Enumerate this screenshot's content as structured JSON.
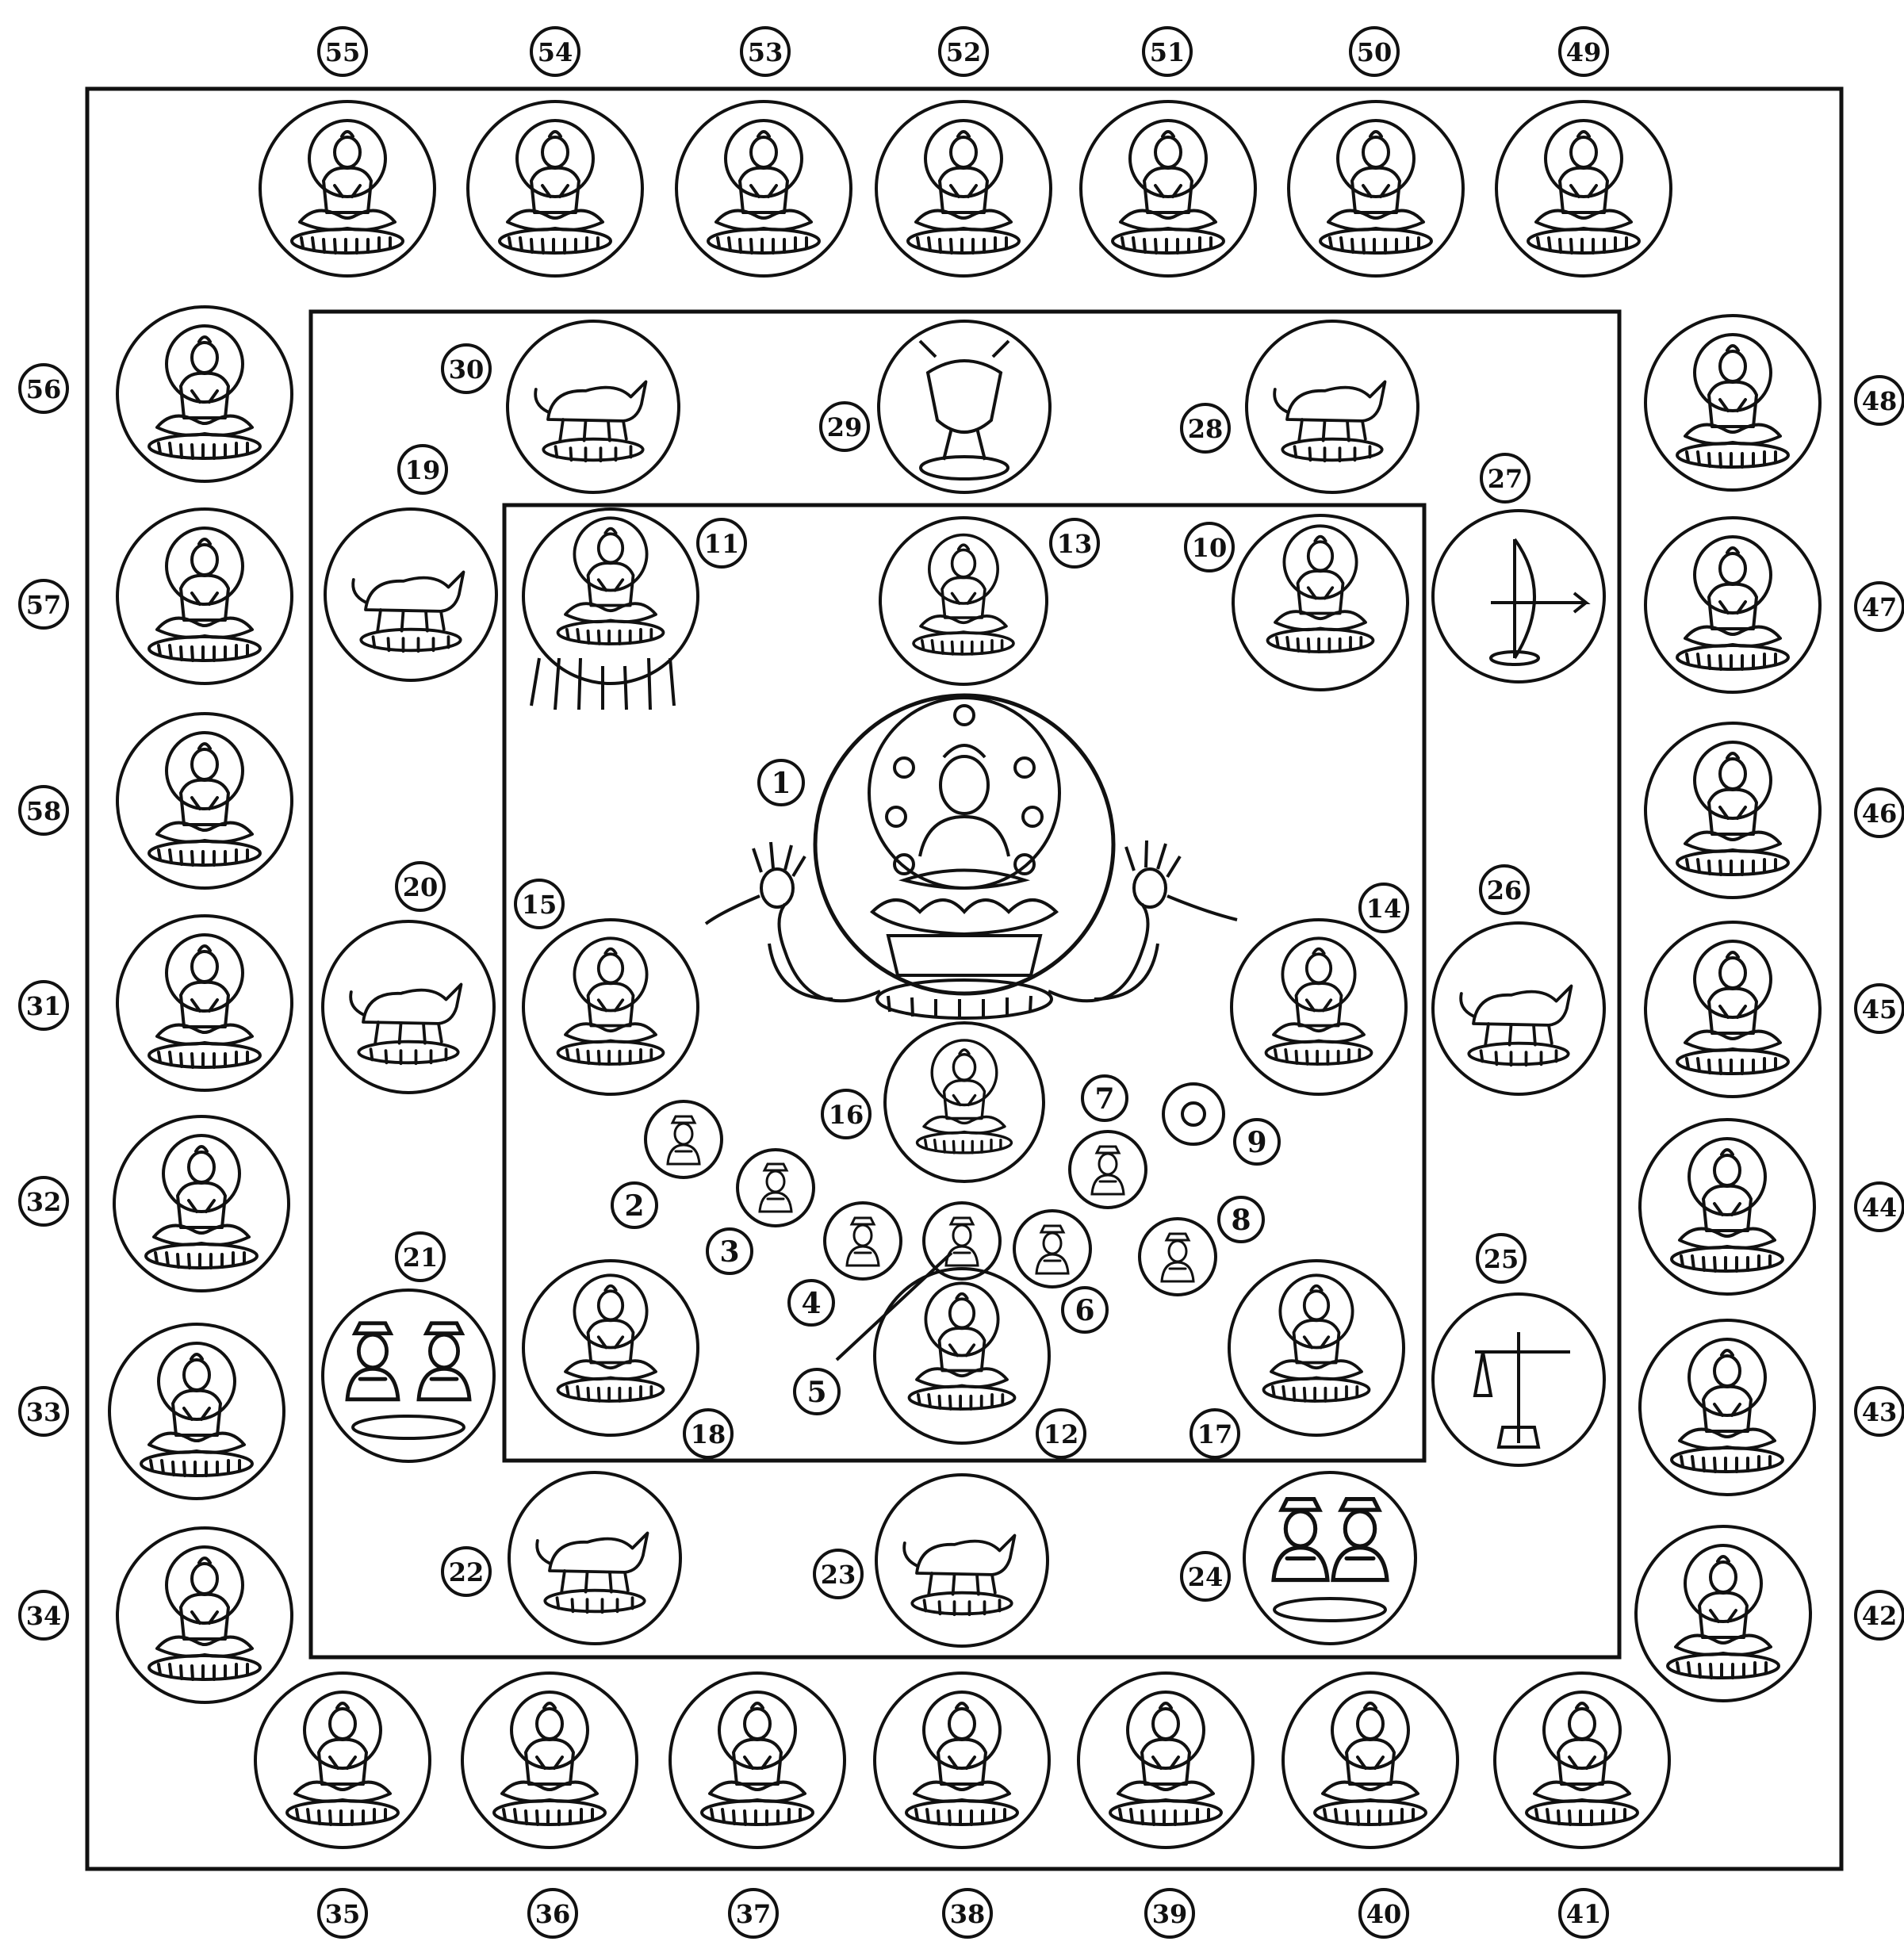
{
  "diagram": {
    "ink": "#111111",
    "paper": "#ffffff",
    "labels": {
      "n1": "1",
      "n2": "2",
      "n3": "3",
      "n4": "4",
      "n5": "5",
      "n6": "6",
      "n7": "7",
      "n8": "8",
      "n9": "9",
      "n10": "10",
      "n11": "11",
      "n12": "12",
      "n13": "13",
      "n14": "14",
      "n15": "15",
      "n16": "16",
      "n17": "17",
      "n18": "18",
      "n19": "19",
      "n20": "20",
      "n21": "21",
      "n22": "22",
      "n23": "23",
      "n24": "24",
      "n25": "25",
      "n26": "26",
      "n27": "27",
      "n28": "28",
      "n29": "29",
      "n30": "30",
      "n31": "31",
      "n32": "32",
      "n33": "33",
      "n34": "34",
      "n35": "35",
      "n36": "36",
      "n37": "37",
      "n38": "38",
      "n39": "39",
      "n40": "40",
      "n41": "41",
      "n42": "42",
      "n43": "43",
      "n44": "44",
      "n45": "45",
      "n46": "46",
      "n47": "47",
      "n48": "48",
      "n49": "49",
      "n50": "50",
      "n51": "51",
      "n52": "52",
      "n53": "53",
      "n54": "54",
      "n55": "55",
      "n56": "56",
      "n57": "57",
      "n58": "58"
    }
  }
}
